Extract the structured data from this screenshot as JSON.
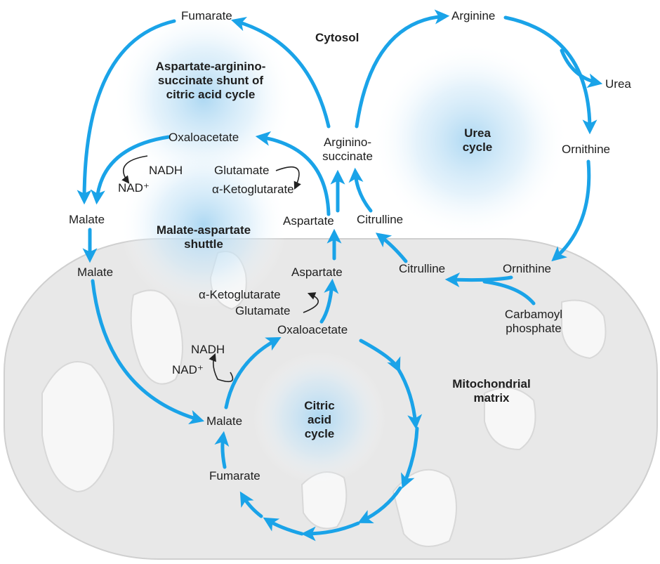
{
  "compartments": {
    "cytosol": "Cytosol",
    "mitochondrial_matrix": "Mitochondrial\nmatrix"
  },
  "cycles": {
    "shunt": "Aspartate-arginino-\nsuccinate shunt of\ncitric acid cycle",
    "urea": "Urea\ncycle",
    "shuttle": "Malate-aspartate\nshuttle",
    "citric": "Citric\nacid\ncycle"
  },
  "metabolites": {
    "fumarate_cyto": "Fumarate",
    "arginine": "Arginine",
    "urea": "Urea",
    "ornithine_cyto": "Ornithine",
    "argininosuccinate": "Arginino-\nsuccinate",
    "oxaloacetate_cyto": "Oxaloacetate",
    "nadh_cyto": "NADH",
    "nad_cyto": "NAD⁺",
    "glutamate_cyto": "Glutamate",
    "aketo_cyto": "α-Ketoglutarate",
    "malate_cyto": "Malate",
    "aspartate_cyto": "Aspartate",
    "citrulline_cyto": "Citrulline",
    "malate_mito": "Malate",
    "aspartate_mito": "Aspartate",
    "citrulline_mito": "Citrulline",
    "ornithine_mito": "Ornithine",
    "aketo_mito": "α-Ketoglutarate",
    "glutamate_mito": "Glutamate",
    "carbamoyl": "Carbamoyl\nphosphate",
    "oxaloacetate_mito": "Oxaloacetate",
    "nadh_mito": "NADH",
    "nad_mito": "NAD⁺",
    "malate_cac": "Malate",
    "fumarate_cac": "Fumarate"
  },
  "colors": {
    "arrow": "#1aa3e8",
    "mitochondrion_fill": "#eaeaea",
    "cristae_fill": "#ffffff",
    "glow": "#a9d6f2",
    "cofactor_arrow": "#222222",
    "text": "#1e1e1e"
  }
}
